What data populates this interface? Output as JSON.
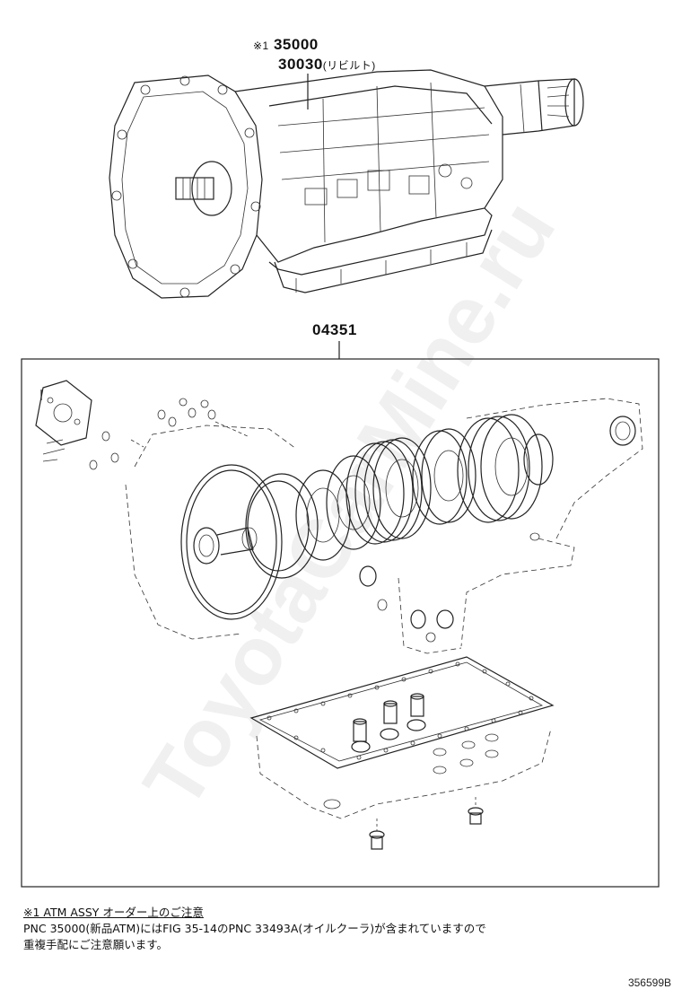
{
  "callouts": {
    "main_prefix": "※1",
    "main_part": "35000",
    "rebuilt_part": "30030",
    "rebuilt_suffix": "(リビルト)",
    "kit_part": "04351"
  },
  "notes": {
    "heading": "※1 ATM ASSY オーダー上のご注意",
    "line1": "PNC 35000(新品ATM)にはFIG 35-14のPNC 33493A(オイルクーラ)が含まれていますので",
    "line2": "重複手配にご注意願います。"
  },
  "figure_code": "356599B",
  "watermark": "ToyotaCarMine.ru",
  "icons": [
    "transmission-drawing",
    "overhaul-kit-drawing"
  ]
}
